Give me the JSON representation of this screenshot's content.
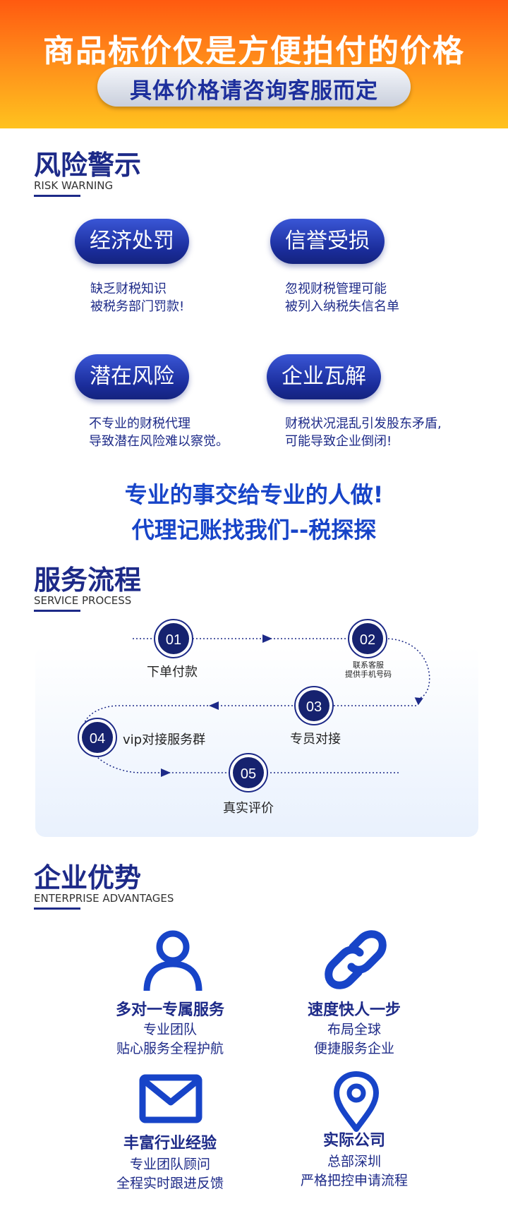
{
  "banner": {
    "title": "商品标价仅是方便拍付的价格",
    "subtitle": "具体价格请咨询客服而定"
  },
  "risk": {
    "title_cn": "风险警示",
    "title_en": "RISK WARNING",
    "items": [
      {
        "label": "经济处罚",
        "line1": "缺乏财税知识",
        "line2": "被税务部门罚款!"
      },
      {
        "label": "信誉受损",
        "line1": "忽视财税管理可能",
        "line2": "被列入纳税失信名单"
      },
      {
        "label": "潜在风险",
        "line1": "不专业的财税代理",
        "line2": "导致潜在风险难以察觉。"
      },
      {
        "label": "企业瓦解",
        "line1": "财税状况混乱引发股东矛盾,",
        "line2": "可能导致企业倒闭!"
      }
    ]
  },
  "slogan": {
    "line1": "专业的事交给专业的人做!",
    "line2": "代理记账找我们--税探探"
  },
  "process": {
    "title_cn": "服务流程",
    "title_en": "SERVICE PROCESS",
    "steps": [
      {
        "num": "01",
        "label": "下单付款"
      },
      {
        "num": "02",
        "label_line1": "联系客服",
        "label_line2": "提供手机号码"
      },
      {
        "num": "03",
        "label": "专员对接"
      },
      {
        "num": "04",
        "label": "vip对接服务群"
      },
      {
        "num": "05",
        "label": "真实评价"
      }
    ]
  },
  "advantages": {
    "title_cn": "企业优势",
    "title_en": "ENTERPRISE ADVANTAGES",
    "items": [
      {
        "icon": "person-icon",
        "title": "多对一专属服务",
        "line1": "专业团队",
        "line2": "贴心服务全程护航"
      },
      {
        "icon": "link-icon",
        "title": "速度快人一步",
        "line1": "布局全球",
        "line2": "便捷服务企业"
      },
      {
        "icon": "mail-icon",
        "title": "丰富行业经验",
        "line1": "专业团队顾问",
        "line2": "全程实时跟进反馈"
      },
      {
        "icon": "location-pin-icon",
        "title": "实际公司",
        "line1": "总部深圳",
        "line2": "严格把控申请流程"
      }
    ]
  },
  "colors": {
    "navy": "#1d2a88",
    "accent_blue": "#1744c8",
    "banner_orange": "#ff5a10",
    "banner_yellow": "#ffc21e"
  }
}
